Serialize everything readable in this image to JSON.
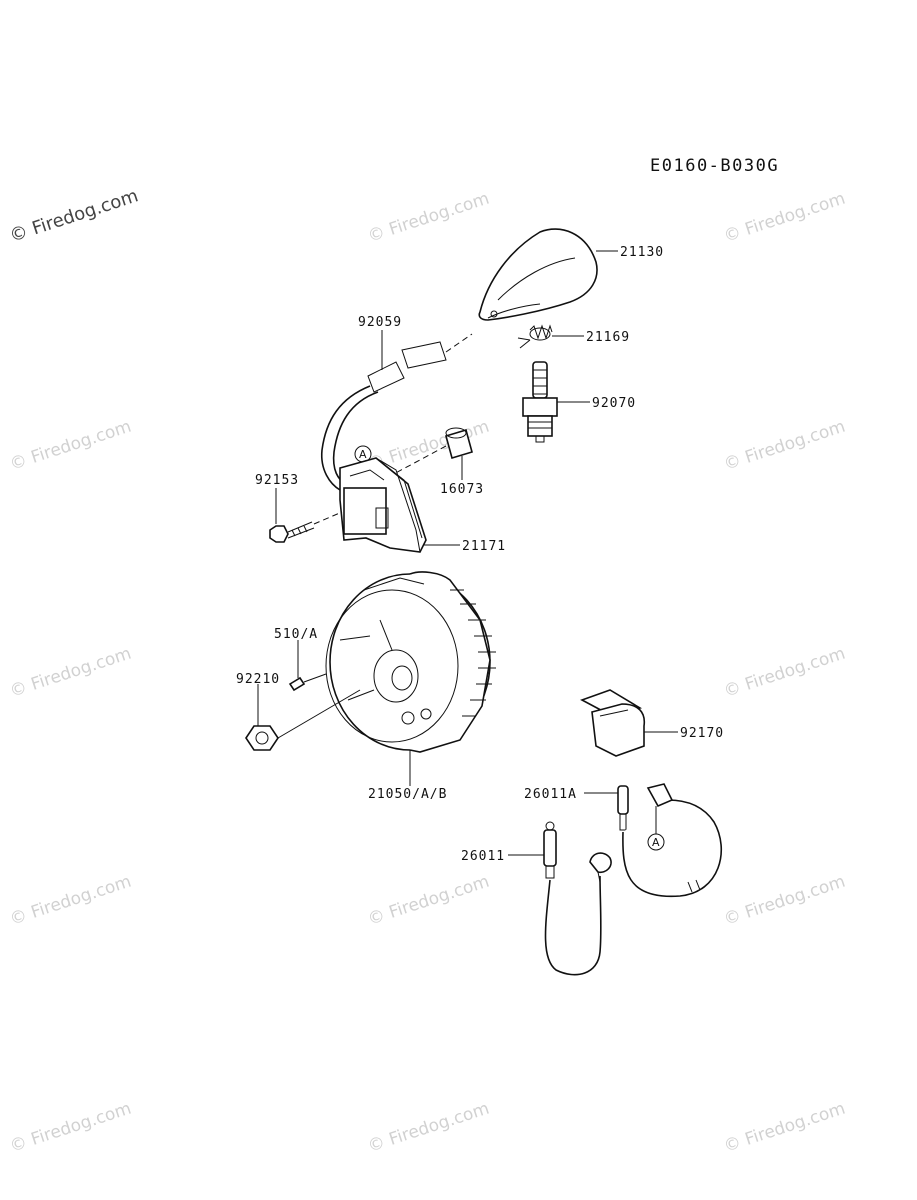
{
  "diagram_code": "E0160-B030G",
  "watermark": "© Firedog.com",
  "callout_letter": "A",
  "parts": [
    {
      "id": "p21130",
      "label": "21130"
    },
    {
      "id": "p21169",
      "label": "21169"
    },
    {
      "id": "p92059",
      "label": "92059"
    },
    {
      "id": "p92070",
      "label": "92070"
    },
    {
      "id": "p16073",
      "label": "16073"
    },
    {
      "id": "p92153",
      "label": "92153"
    },
    {
      "id": "p21171",
      "label": "21171"
    },
    {
      "id": "p510A",
      "label": "510/A"
    },
    {
      "id": "p92210",
      "label": "92210"
    },
    {
      "id": "p92170",
      "label": "92170"
    },
    {
      "id": "p21050",
      "label": "21050/A/B"
    },
    {
      "id": "p26011A",
      "label": "26011A"
    },
    {
      "id": "p26011",
      "label": "26011"
    }
  ]
}
